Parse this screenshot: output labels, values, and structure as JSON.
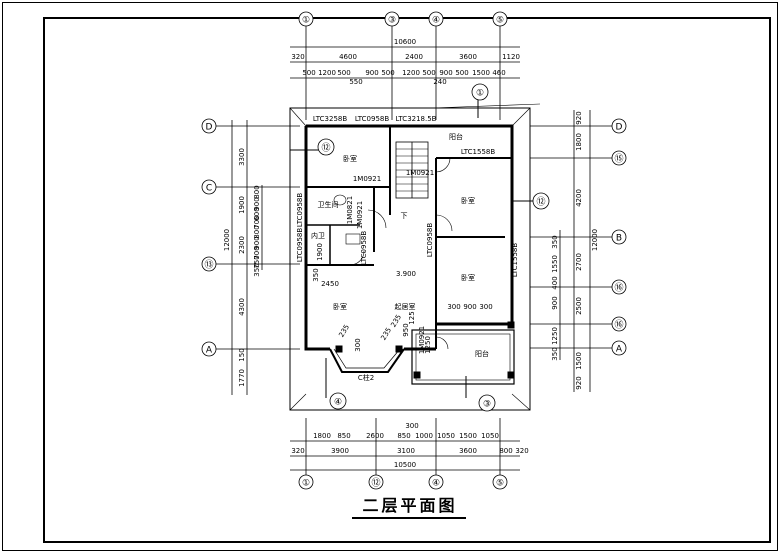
{
  "title": "二层平面图",
  "axes_top": [
    "①",
    "③",
    "④",
    "⑤"
  ],
  "axes_bottom": [
    "①",
    "⑫",
    "④",
    "⑤"
  ],
  "axes_left": [
    "D",
    "C",
    "⑬",
    "A"
  ],
  "axes_right": [
    "D",
    "⑮",
    "B",
    "⑯",
    "⑯",
    "A"
  ],
  "axes_inner": [
    "①",
    "⑫",
    "⑫",
    "④",
    "③"
  ],
  "dims_top": {
    "overall": "10600",
    "row2": [
      "320",
      "4600",
      "2400",
      "3600",
      "1120"
    ],
    "row3": [
      "500",
      "1200",
      "500",
      "900",
      "550",
      "500",
      "1200",
      "500",
      "900",
      "500",
      "1500",
      "460",
      "240"
    ]
  },
  "dims_bottom": {
    "row1": [
      "1800",
      "850",
      "2600",
      "300",
      "850",
      "1000",
      "1050",
      "1500",
      "1050"
    ],
    "row2": [
      "320",
      "3900",
      "3100",
      "3600",
      "800",
      "320"
    ],
    "overall": "10500"
  },
  "dims_left": {
    "overall": "12000",
    "row2": [
      "3300",
      "1900",
      "2300",
      "4300",
      "150",
      "1770"
    ],
    "row3": [
      "800",
      "900",
      "600",
      "700",
      "800",
      "900",
      "700",
      "750",
      "350"
    ]
  },
  "dims_right": {
    "overall": "12000",
    "row2": [
      "920",
      "1800",
      "4200",
      "2700",
      "2500",
      "1500",
      "920"
    ],
    "row3": [
      "350",
      "1550",
      "400",
      "900",
      "1250",
      "350"
    ]
  },
  "rooms": [
    "卧室",
    "卧室",
    "卧室",
    "卧室",
    "卫生间",
    "内卫",
    "起居室",
    "阳台",
    "阳台",
    "下",
    "3.900",
    "2450"
  ],
  "labels": [
    "LTC3258B",
    "LTC0958B",
    "LTC3218.5B",
    "LTC1558B",
    "LTC0958B",
    "LTC0958B",
    "LTC1558B",
    "LTC0958B",
    "1M0921",
    "1M0821",
    "1M0921",
    "1M0921",
    "1M0921",
    "LTC0958B",
    "C柱2",
    "300",
    "900",
    "300",
    "235",
    "300",
    "235",
    "950",
    "125",
    "235",
    "1250",
    "350",
    "1900"
  ]
}
